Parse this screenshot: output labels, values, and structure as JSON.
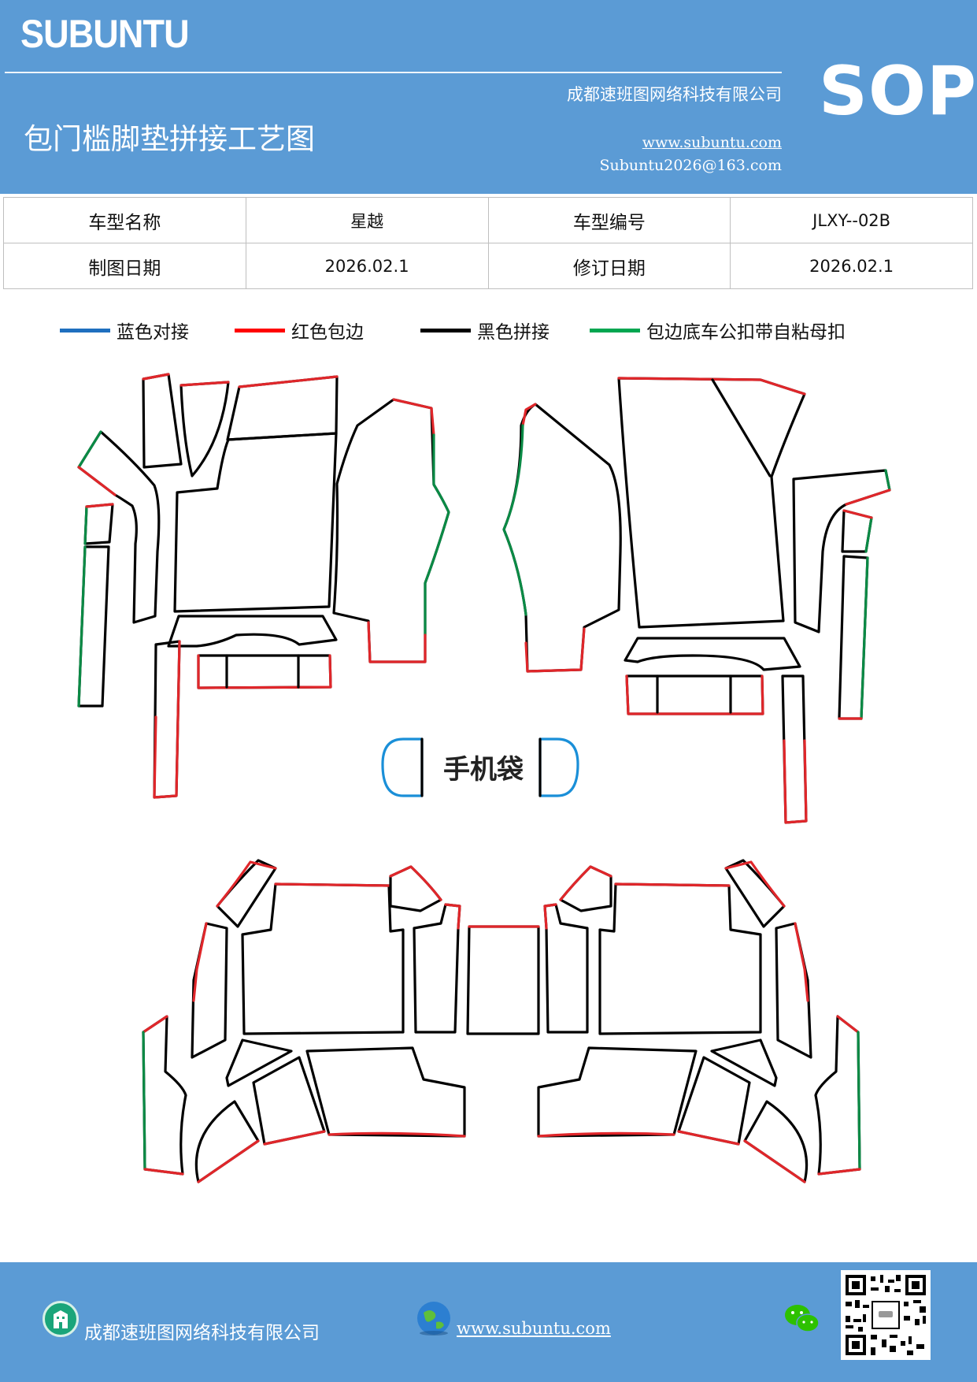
{
  "header": {
    "brand": "SUBUNTU",
    "badge": "SOP",
    "company": "成都速班图网络科技有限公司",
    "title": "包门槛脚垫拼接工艺图",
    "website": "www.subuntu.com",
    "email": "Subuntu2026@163.com"
  },
  "info_table": {
    "rows": [
      {
        "label1": "车型名称",
        "value1": "星越",
        "label2": "车型编号",
        "value2": "JLXY--02B"
      },
      {
        "label1": "制图日期",
        "value1": "2026.02.1",
        "label2": "修订日期",
        "value2": "2026.02.1"
      }
    ]
  },
  "legend": [
    {
      "color": "#1f6fbf",
      "label": "蓝色对接"
    },
    {
      "color": "#ff0000",
      "label": "红色包边"
    },
    {
      "color": "#000000",
      "label": "黑色拼接"
    },
    {
      "color": "#00a650",
      "label": "包边底车公扣带自粘母扣"
    }
  ],
  "diagram": {
    "phone_pocket_label": "手机袋"
  },
  "footer": {
    "company": "成都速班图网络科技有限公司",
    "website": "www.subuntu.com"
  }
}
